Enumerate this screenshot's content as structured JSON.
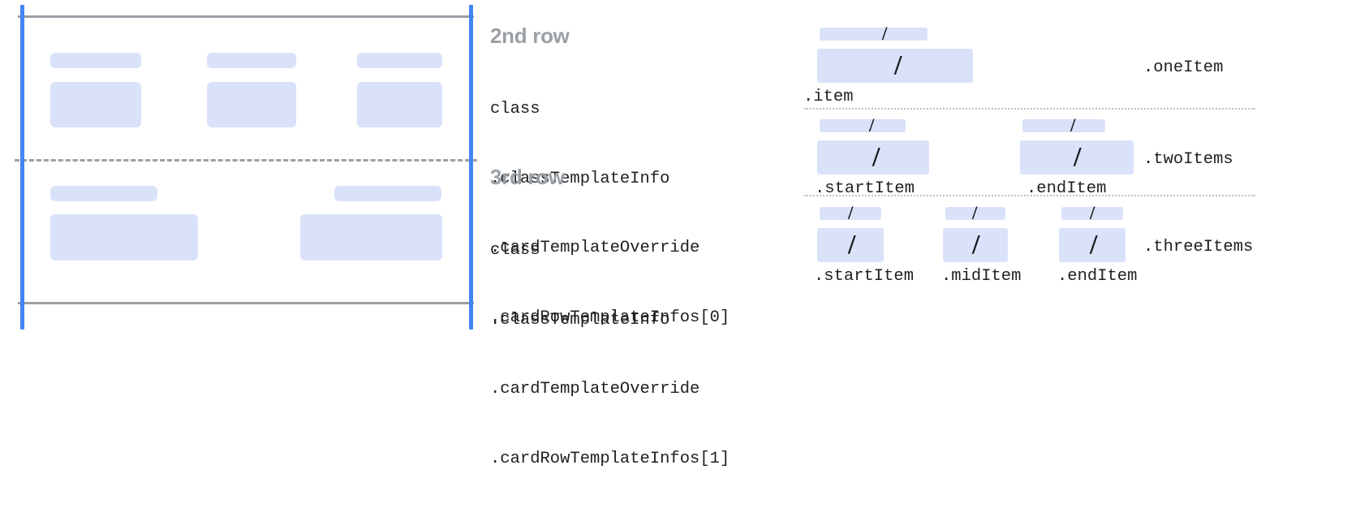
{
  "colors": {
    "placeholder_blue": "#d9e2f9",
    "guide_blue": "#4285f4",
    "rule_gray": "#9aa0a6",
    "dotted_gray": "#bdc1c6",
    "heading_gray": "#9aa0a6",
    "code_text": "#202124",
    "slash_black": "#17181a",
    "background": "#ffffff"
  },
  "left_panel": {
    "name": "card-row-template-diagram",
    "guides": {
      "top_rule": "card-top-edge",
      "bottom_rule": "card-bottom-edge",
      "dashed_rule": "row-separator",
      "left_vertical": "start-margin-guide",
      "right_vertical": "end-margin-guide"
    },
    "rows": [
      {
        "name": "2nd-row-preview",
        "columns": [
          {
            "bar_label": "text-placeholder",
            "box_label": "content-placeholder"
          },
          {
            "bar_label": "text-placeholder",
            "box_label": "content-placeholder"
          },
          {
            "bar_label": "text-placeholder",
            "box_label": "content-placeholder"
          }
        ]
      },
      {
        "name": "3rd-row-preview",
        "columns": [
          {
            "bar_label": "text-placeholder",
            "box_label": "content-placeholder"
          },
          {
            "bar_label": "text-placeholder",
            "box_label": "content-placeholder"
          }
        ]
      }
    ]
  },
  "mid_column": {
    "blocks": [
      {
        "heading": "2nd row",
        "lines": [
          "class",
          ".classTemplateInfo",
          ".cardTemplateOverride",
          ".cardRowTemplateInfos[0]"
        ]
      },
      {
        "heading": "3rd row",
        "lines": [
          "class",
          ".classTemplateInfo",
          ".cardTemplateOverride",
          ".cardRowTemplateInfos[1]"
        ]
      }
    ]
  },
  "right_panel": {
    "variants": [
      {
        "variant_label": ".oneItem",
        "items": [
          {
            "label": ".item",
            "slash_small": "/",
            "slash_big": "/"
          }
        ]
      },
      {
        "variant_label": ".twoItems",
        "items": [
          {
            "label": ".startItem",
            "slash_small": "/",
            "slash_big": "/"
          },
          {
            "label": ".endItem",
            "slash_small": "/",
            "slash_big": "/"
          }
        ]
      },
      {
        "variant_label": ".threeItems",
        "items": [
          {
            "label": ".startItem",
            "slash_small": "/",
            "slash_big": "/"
          },
          {
            "label": ".midItem",
            "slash_small": "/",
            "slash_big": "/"
          },
          {
            "label": ".endItem",
            "slash_small": "/",
            "slash_big": "/"
          }
        ]
      }
    ]
  }
}
